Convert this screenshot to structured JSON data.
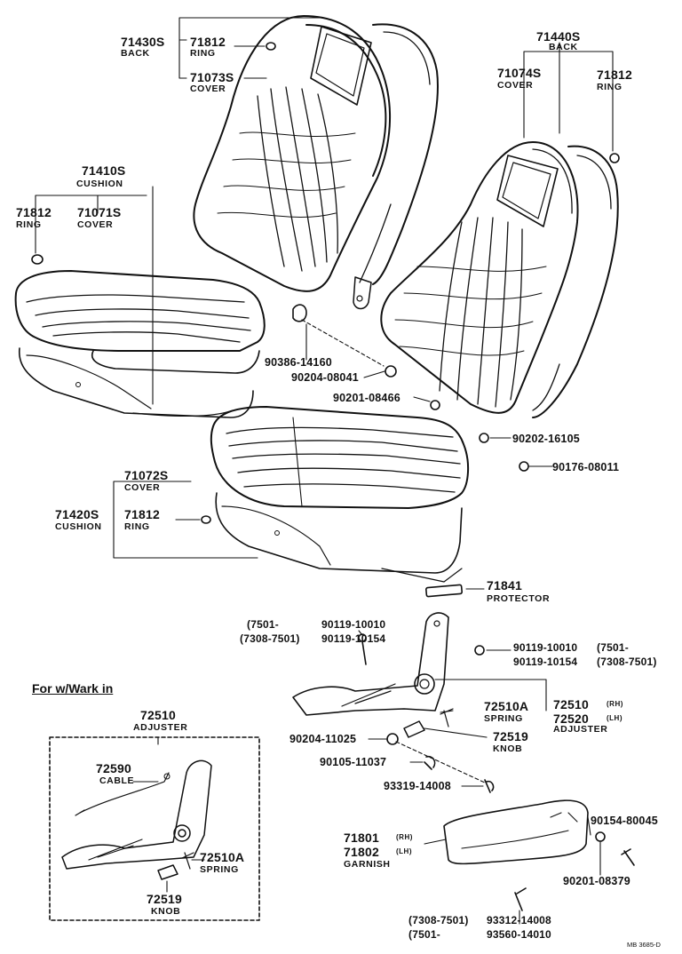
{
  "callouts": {
    "back_left": {
      "pn": "71430S",
      "name": "BACK"
    },
    "ring_top_left": {
      "pn": "71812",
      "name": "RING"
    },
    "cover_top_left": {
      "pn": "71073S",
      "name": "COVER"
    },
    "back_right": {
      "pn": "71440S",
      "name": "BACK"
    },
    "cover_top_right": {
      "pn": "71074S",
      "name": "COVER"
    },
    "ring_top_right": {
      "pn": "71812",
      "name": "RING"
    },
    "cushion_left": {
      "pn": "71410S",
      "name": "CUSHION"
    },
    "ring_mid_left": {
      "pn": "71812",
      "name": "RING"
    },
    "cover_mid_left": {
      "pn": "71071S",
      "name": "COVER"
    },
    "bolt_a": {
      "pn": "90386-14160"
    },
    "washer_a": {
      "pn": "90204-08041"
    },
    "nut_a": {
      "pn": "90201-08466"
    },
    "nut_b": {
      "pn": "90202-16105"
    },
    "clip_a": {
      "pn": "90176-08011"
    },
    "cover_lower": {
      "pn": "71072S",
      "name": "COVER"
    },
    "cushion_lower": {
      "pn": "71420S",
      "name": "CUSHION"
    },
    "ring_lower": {
      "pn": "71812",
      "name": "RING"
    },
    "protector": {
      "pn": "71841",
      "name": "PROTECTOR"
    },
    "bolt_left_a": {
      "date": "(7501-",
      "pn": "90119-10010"
    },
    "bolt_left_b": {
      "date": "(7308-7501)",
      "pn": "90119-10154"
    },
    "bolt_right_a": {
      "pn": "90119-10010",
      "date": "(7501-"
    },
    "bolt_right_b": {
      "pn": "90119-10154",
      "date": "(7308-7501)"
    },
    "spring_main": {
      "pn": "72510A",
      "name": "SPRING"
    },
    "adjuster_rh": {
      "pn": "72510",
      "side": "(RH)"
    },
    "adjuster_lh": {
      "pn": "72520",
      "side": "(LH)",
      "name": "ADJUSTER"
    },
    "knob_main": {
      "pn": "72519",
      "name": "KNOB"
    },
    "washer_b": {
      "pn": "90204-11025"
    },
    "screw_a": {
      "pn": "90105-11037"
    },
    "screw_b": {
      "pn": "93319-14008"
    },
    "screw_c": {
      "pn": "90154-80045"
    },
    "garnish_rh": {
      "pn": "71801",
      "side": "(RH)"
    },
    "garnish_lh": {
      "pn": "71802",
      "side": "(LH)",
      "name": "GARNISH"
    },
    "nut_c": {
      "pn": "90201-08379"
    },
    "screw_d": {
      "date": "(7308-7501)",
      "pn": "93312-14008"
    },
    "screw_e": {
      "date": "(7501-",
      "pn": "93560-14010"
    }
  },
  "inset": {
    "heading": "For w/Wark in",
    "adjuster": {
      "pn": "72510",
      "name": "ADJUSTER"
    },
    "cable": {
      "pn": "72590",
      "name": "CABLE"
    },
    "spring": {
      "pn": "72510A",
      "name": "SPRING"
    },
    "knob": {
      "pn": "72519",
      "name": "KNOB"
    }
  },
  "footer_code": "MB 3685-D"
}
